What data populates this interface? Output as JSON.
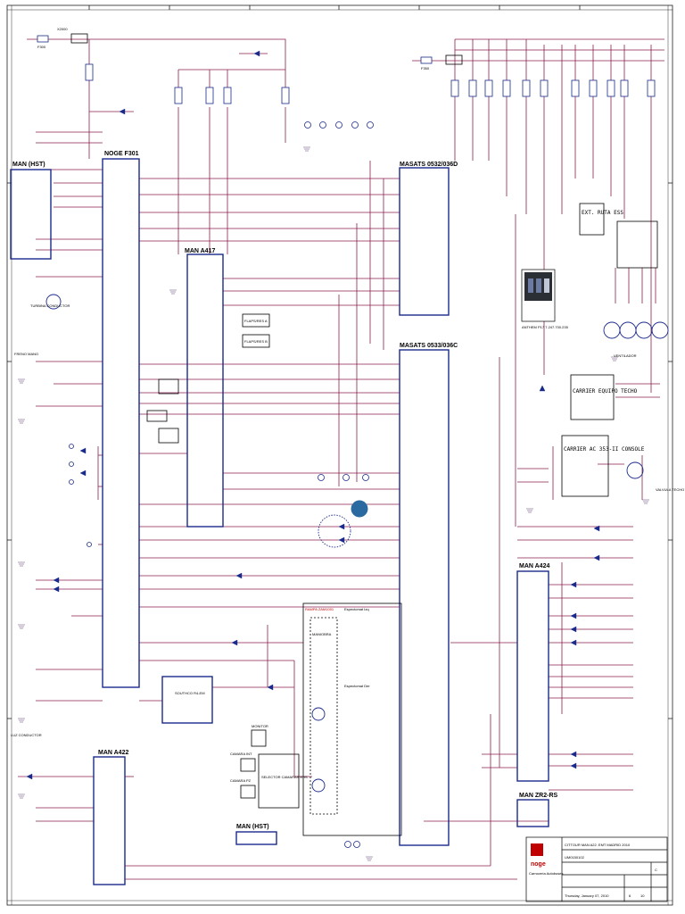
{
  "colors": {
    "wire": "#8a1f4d",
    "block": "#1a2a8a",
    "label": "#c00000",
    "gnd": "#5a3a6a",
    "frame": "#000000"
  },
  "blocks": {
    "man_hst_left": "MAN (HST)",
    "noge": "NOGE F301",
    "man_a417": "MAN A417",
    "masats_top": "MASATS 0532/036D",
    "masats_mid": "MASATS 0533/036C",
    "man_a422": "MAN A422",
    "man_a424": "MAN A424",
    "man_zr2": "MAN ZR2-RS",
    "man_hst_bottom": "MAN (HST)",
    "southco": "SOUTHCO R4-EM",
    "selector": "SELECTOR CAMARAS EHS",
    "carrier1": "CARRIER EQUIPO TECHO",
    "carrier2": "CARRIER AC 353-II CONSOLE",
    "ext_ruta": "EXT. RUTA ESS",
    "anthem": "ANTHEM P17 7.247.700.235"
  },
  "labels": {
    "fuse_f300": "F300",
    "fuse_f350": "F350",
    "x2000": "X2000",
    "rampa": "RAMPA ZAM1001",
    "maniobra": "MANIOBRA",
    "ta_conductor": "TURBINA CONDUCTOR",
    "freno": "FRENO MANO",
    "luz_conductor": "LUZ CONDUCTOR",
    "flap_a": "FLAPS/RES A",
    "flap_b": "FLAPS/RES B",
    "espol_izq": "Espectomat Izq",
    "espol_der": "Espectomat Der",
    "ventilador": "VENTILADOR",
    "valvula": "VALVULA TECHO",
    "monitor": "MONITOR",
    "camara_int": "CAMARA INT",
    "camara_pz": "CAMARA PZ"
  },
  "title_block": {
    "title": "CITTOUR MAN A22. EMT MADRID 2010",
    "company": "noge",
    "subtitle": "Carroceria Autobuses",
    "drawing_no": "UM0150102",
    "date": "Thursday, January 07, 2010",
    "sheet": "6",
    "of": "10",
    "rev": "C"
  }
}
